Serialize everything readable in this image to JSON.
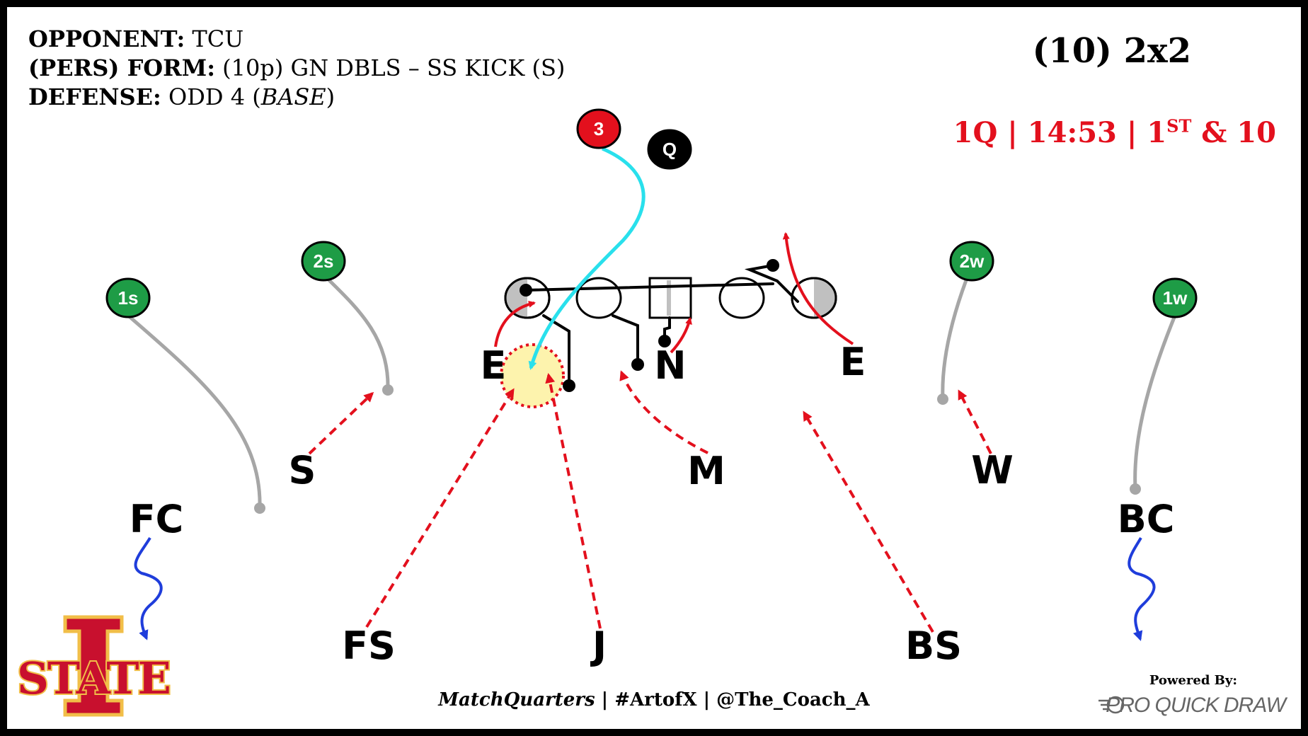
{
  "header": {
    "opponent_key": "OPPONENT:",
    "opponent_value": " TCU",
    "formation_key": "(PERS) FORM:",
    "formation_value": " (10p) GN DBLS – SS KICK (S)",
    "defense_key": "DEFENSE:",
    "defense_value_pre": " ODD 4 (",
    "defense_value_italic": "BASE",
    "defense_value_post": ")"
  },
  "title": "(10) 2x2",
  "situation": {
    "quarter": "1Q",
    "clock": "14:53",
    "down_num": "1",
    "down_suffix": "ST",
    "distance": "& 10",
    "separator": "|"
  },
  "offense_labels": {
    "p3": "3",
    "q": "Q",
    "s1": "1s",
    "s2": "2s",
    "w2": "2w",
    "w1": "1w"
  },
  "defense_labels": {
    "e_left": "E",
    "n": "N",
    "e_right": "E",
    "s": "S",
    "m": "M",
    "w": "W",
    "fc": "FC",
    "bc": "BC",
    "fs": "FS",
    "j": "J",
    "bs": "BS"
  },
  "footer": {
    "brand": "MatchQuarters",
    "sep1": " | ",
    "hashtag": "#ArtofX",
    "sep2": " | ",
    "handle": "@The_Coach_A"
  },
  "powered_by": "Powered By:",
  "pqd_brand": "PRO QUICK DRAW",
  "logo_text": "STATE",
  "colors": {
    "receiver": "#1e9c46",
    "ball_carrier": "#e3101d",
    "rush_arrow": "#e3101d",
    "qb_path": "#29e0ec",
    "coverage_arrow": "#1f3ddb",
    "route": "#a6a6a6",
    "logo_red": "#c8102e",
    "logo_gold": "#f1be48"
  },
  "icons": [
    "tailback-3-icon",
    "quarterback-icon",
    "receiver-icon",
    "lineman-icon",
    "center-icon",
    "iowa-state-logo",
    "pqd-logo-icon"
  ]
}
